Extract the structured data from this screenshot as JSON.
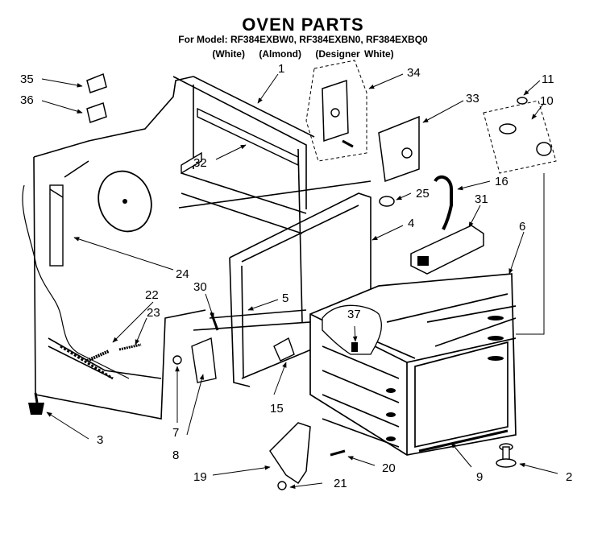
{
  "title": "OVEN PARTS",
  "models": "For Model: RF384EXBW0, RF384EXBN0, RF384EXBQ0",
  "variants": [
    "(White)",
    "(Almond)",
    "(Designer White)"
  ],
  "callouts": [
    "35",
    "36",
    "1",
    "34",
    "11",
    "10",
    "33",
    "32",
    "16",
    "25",
    "31",
    "4",
    "6",
    "24",
    "22",
    "30",
    "5",
    "23",
    "37",
    "7",
    "15",
    "8",
    "3",
    "19",
    "20",
    "21",
    "9",
    "2"
  ]
}
